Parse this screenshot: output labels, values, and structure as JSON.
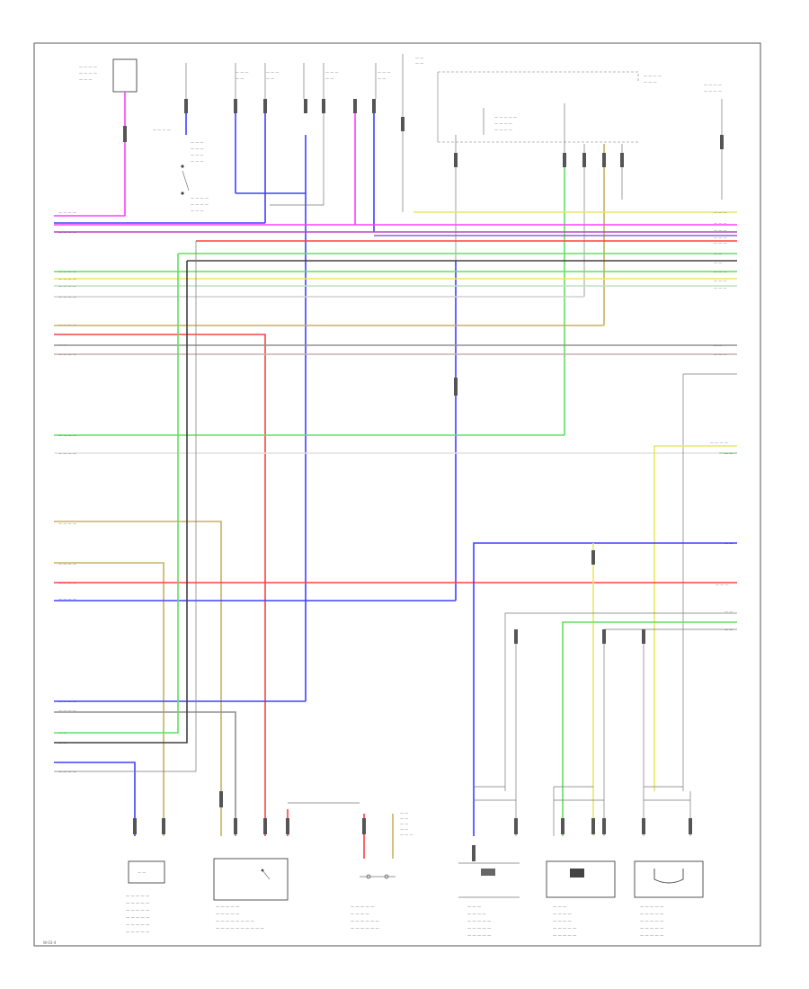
{
  "components": [
    {
      "label": "SPEED SENSOR"
    },
    {
      "label": "FUEL PUMP RELAY"
    },
    {
      "label": "ANTENNA"
    },
    {
      "label": "COMBINATION METER"
    },
    {
      "label": "DATA LINK CONNECTOR"
    },
    {
      "label": "DIAGNOSTIC SWITCH"
    },
    {
      "label": "BRAKE SWITCH"
    },
    {
      "label": "ENGINE CONTROL MODULE"
    },
    {
      "label": "STOP LAMP SWITCH"
    }
  ],
  "wires": [
    "PNK/WHT",
    "BLU",
    "RED/BLK",
    "BLK/WHT",
    "GRN/WHT",
    "YEL/BLU",
    "GRY/WHT",
    "WHT/BLK",
    "RED",
    "BLK",
    "BRN/BLK",
    "GRN/BLK",
    "LT GRN/BLK",
    "WHT/BLU",
    "RED/BLU",
    "BLU/WHT",
    "BLU/YEL",
    "GRN",
    "GRY",
    "BLU/RED",
    "YEL/GRN"
  ],
  "footer": {
    "id": "W-03-4"
  },
  "colors": {
    "pink": "#ff40ff",
    "blue": "#4040ff",
    "magenta": "#c040c0",
    "red": "#ff4040",
    "green": "#60e060",
    "yellow": "#e8e860",
    "tan": "#c8b060",
    "gray": "#909090",
    "black": "#404040",
    "ltgray": "#c8c8c8",
    "violet": "#9060d0"
  }
}
